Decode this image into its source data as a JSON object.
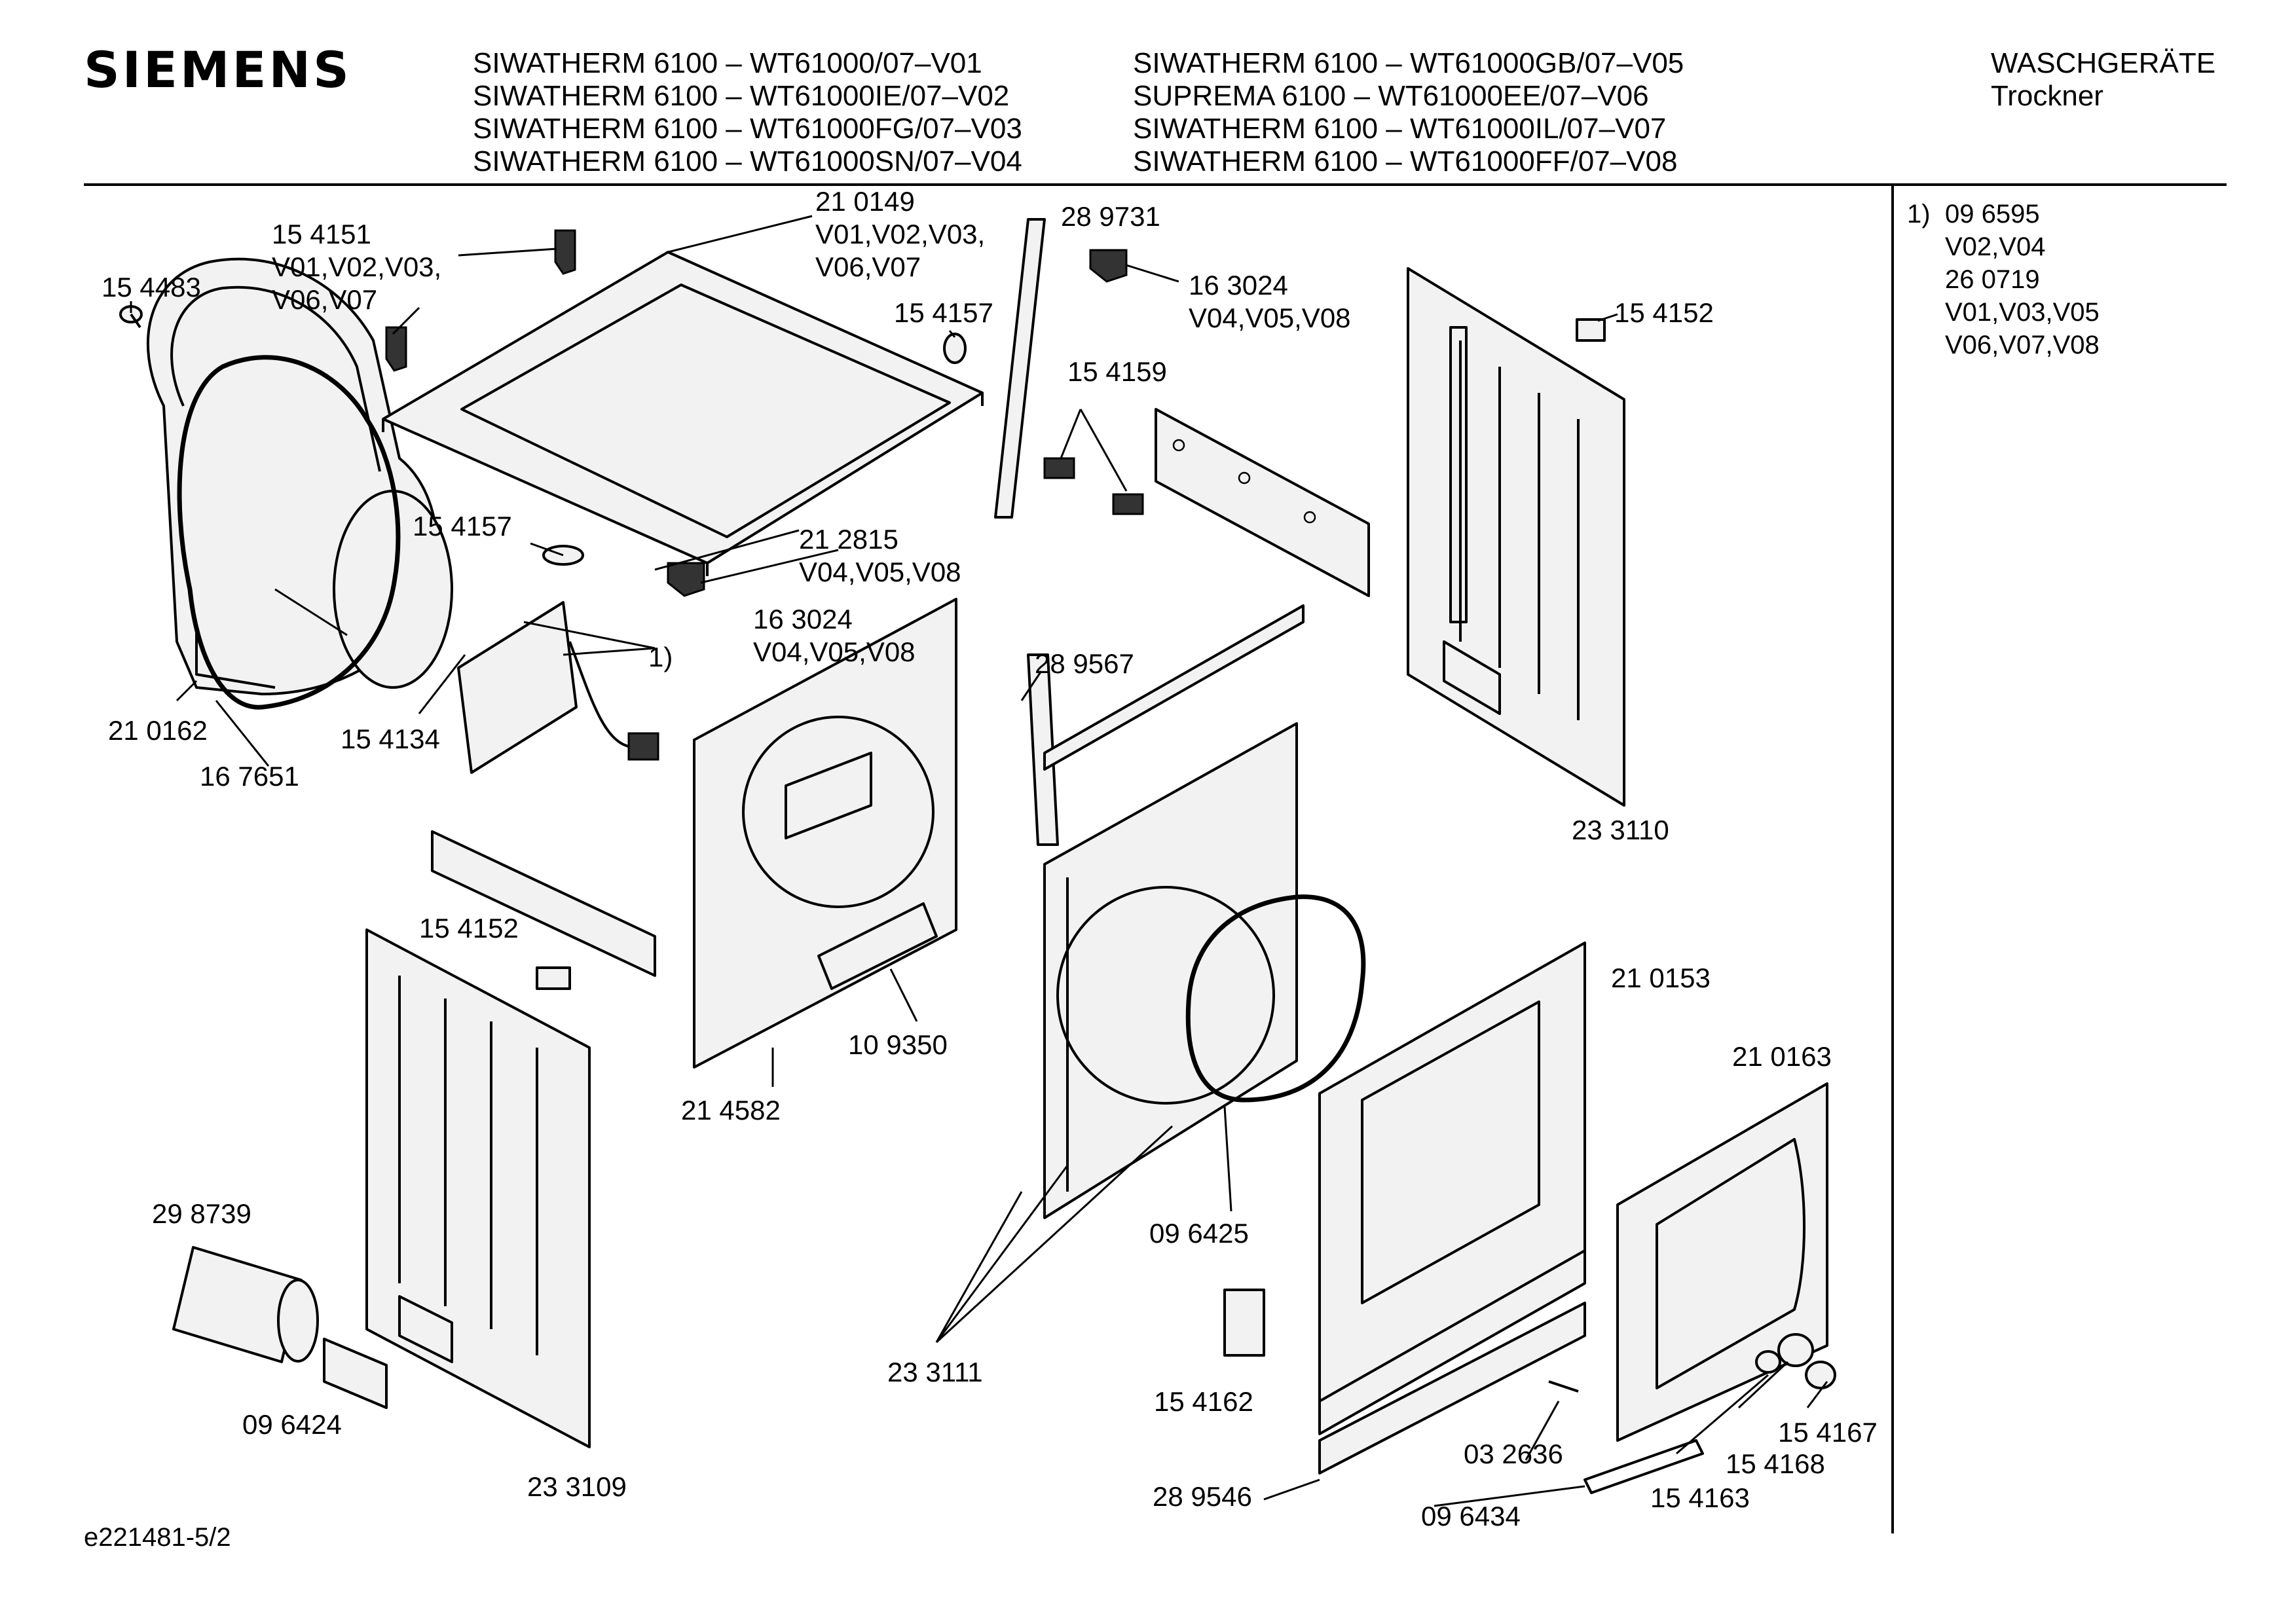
{
  "header": {
    "brand": "SIEMENS",
    "models_left": [
      "SIWATHERM 6100 – WT61000/07–V01",
      "SIWATHERM 6100 – WT61000IE/07–V02",
      "SIWATHERM 6100 – WT61000FG/07–V03",
      "SIWATHERM 6100 – WT61000SN/07–V04"
    ],
    "models_right": [
      "SIWATHERM 6100 – WT61000GB/07–V05",
      "SUPREMA 6100 – WT61000EE/07–V06",
      "SIWATHERM 6100 – WT61000IL/07–V07",
      "SIWATHERM 6100 – WT61000FF/07–V08"
    ],
    "category": "WASCHGERÄTE",
    "subcategory": "Trockner"
  },
  "notes": {
    "marker": "1)",
    "lines": [
      "09 6595",
      "V02,V04",
      "26 0719",
      "V01,V03,V05",
      "V06,V07,V08"
    ]
  },
  "labels": {
    "p154483": "15 4483",
    "p154151": "15 4151",
    "p154151_v1": "V01,V02,V03,",
    "p154151_v2": "V06,V07",
    "p210149": "21 0149",
    "p210149_v1": "V01,V02,V03,",
    "p210149_v2": "V06,V07",
    "p289731": "28 9731",
    "p154157_top": "15 4157",
    "p163024_top": "16 3024",
    "p163024_top_v": "V04,V05,V08",
    "p154152_top": "15 4152",
    "p154159": "15 4159",
    "p154157_mid": "15 4157",
    "p212815": "21 2815",
    "p212815_v": "V04,V05,V08",
    "p163024_mid": "16 3024",
    "p163024_mid_v": "V04,V05,V08",
    "ref1": "1)",
    "p289567": "28 9567",
    "p210162": "21 0162",
    "p154134": "15 4134",
    "p167651": "16 7651",
    "p233110": "23 3110",
    "p154152_low": "15 4152",
    "p210153": "21 0153",
    "p109350": "10 9350",
    "p214582": "21 4582",
    "p210163": "21 0163",
    "p298739": "29 8739",
    "p096425": "09 6425",
    "p233111": "23 3111",
    "p154162": "15 4162",
    "p154167": "15 4167",
    "p154168": "15 4168",
    "p096424": "09 6424",
    "p032636": "03 2636",
    "p154163": "15 4163",
    "p233109": "23 3109",
    "p289546": "28 9546",
    "p096434": "09 6434"
  },
  "footer": {
    "doc_id": "e221481-5/2"
  }
}
